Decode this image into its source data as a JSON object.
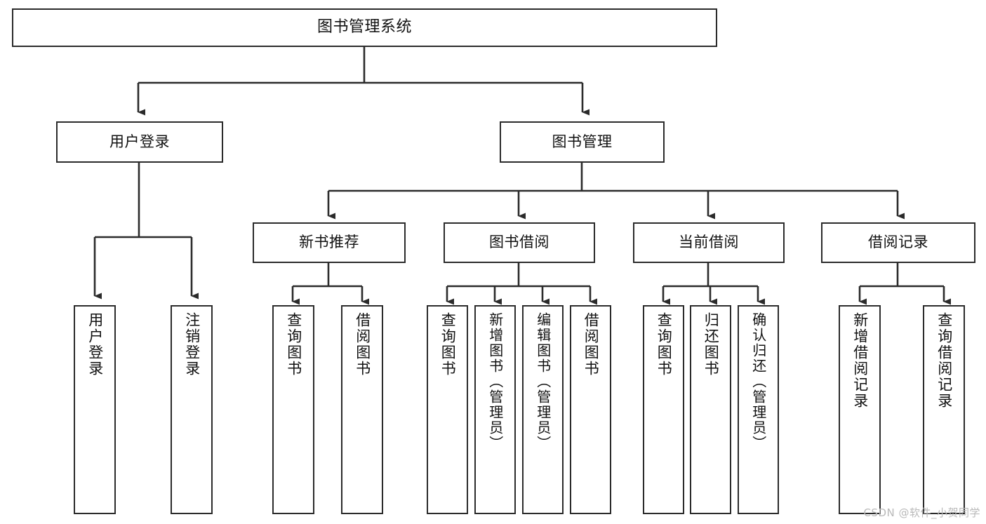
{
  "diagram": {
    "type": "tree-hierarchy",
    "title": "图书管理系统",
    "watermark": "CSDN @软件_小贺同学",
    "colors": {
      "stroke": "#2b2b2b",
      "fill": "#ffffff",
      "text": "#111111",
      "watermark": "#b9b9b9"
    },
    "root": {
      "label": "图书管理系统"
    },
    "level2": [
      {
        "label": "用户登录"
      },
      {
        "label": "图书管理"
      }
    ],
    "level3": [
      {
        "label": "新书推荐"
      },
      {
        "label": "图书借阅"
      },
      {
        "label": "当前借阅"
      },
      {
        "label": "借阅记录"
      }
    ],
    "leaves": {
      "user_login": [
        {
          "label": "用户登录"
        },
        {
          "label": "注销登录"
        }
      ],
      "new_book": [
        {
          "label": "查询图书"
        },
        {
          "label": "借阅图书"
        }
      ],
      "book_borrow": [
        {
          "label": "查询图书"
        },
        {
          "label": "新增图书（管理员）"
        },
        {
          "label": "编辑图书（管理员）"
        },
        {
          "label": "借阅图书"
        }
      ],
      "current_borrow": [
        {
          "label": "查询图书"
        },
        {
          "label": "归还图书"
        },
        {
          "label": "确认归还（管理员）"
        }
      ],
      "borrow_record": [
        {
          "label": "新增借阅记录"
        },
        {
          "label": "查询借阅记录"
        }
      ]
    }
  }
}
